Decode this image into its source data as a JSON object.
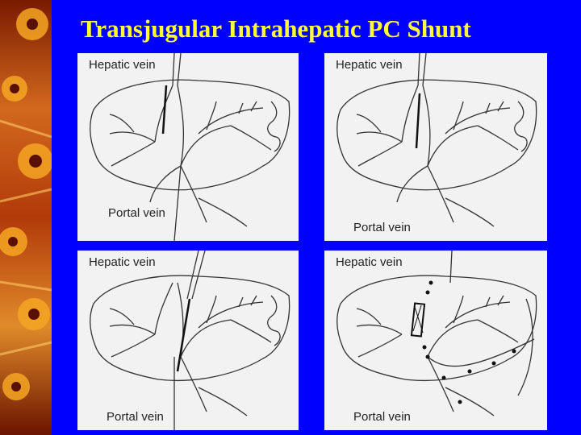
{
  "slide": {
    "title": "Transjugular Intrahepatic PC Shunt"
  },
  "panels": [
    {
      "hepatic_label": "Hepatic vein",
      "portal_label": "Portal vein"
    },
    {
      "hepatic_label": "Hepatic vein",
      "portal_label": "Portal vein"
    },
    {
      "hepatic_label": "Hepatic vein",
      "portal_label": "Portal vein"
    },
    {
      "hepatic_label": "Hepatic vein",
      "portal_label": "Portal vein"
    }
  ],
  "colors": {
    "background": "#0000ff",
    "title": "#ffff33",
    "panel": "#f2f2f2",
    "stroke": "#333333"
  }
}
